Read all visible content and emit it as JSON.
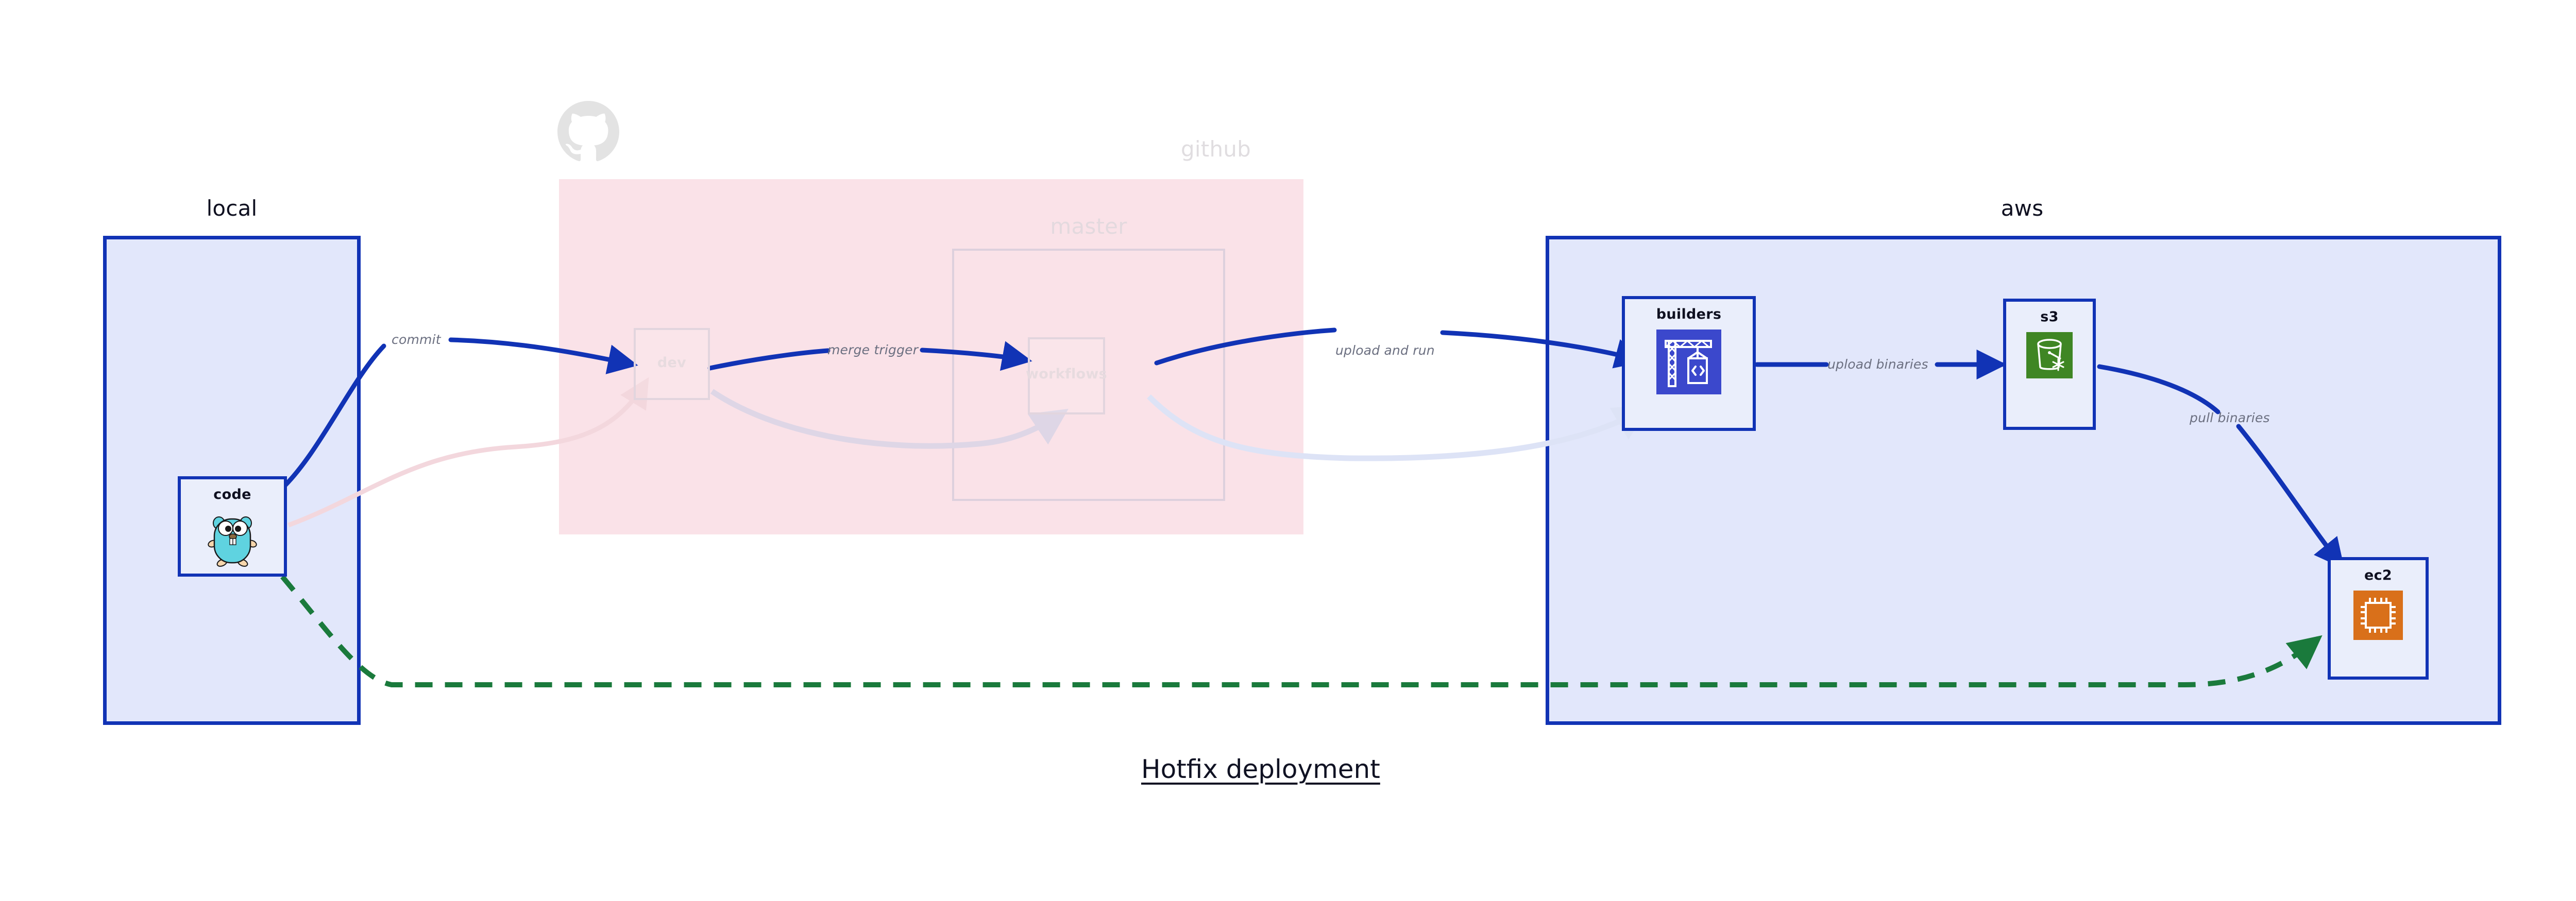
{
  "caption": "Hotfix deployment",
  "colors": {
    "group_border_blue": "#1133b5",
    "group_fill_blue": "#e2e7fb",
    "group_fill_pink": "#fae2e8",
    "node_fill": "#eaeefb",
    "edge_blue": "#1133b5",
    "edge_green": "#1a7a3c",
    "edge_label_gray": "#6b6f80",
    "faded_gray": "#e0dde0",
    "builders_icon_bg": "#3b48cc",
    "s3_icon_bg": "#3f8624",
    "ec2_icon_bg": "#d9701a",
    "gopher_body": "#5fd3e0"
  },
  "groups": [
    {
      "id": "local",
      "title": "local",
      "faded": false
    },
    {
      "id": "github",
      "title": "github",
      "faded": true
    },
    {
      "id": "master",
      "title": "master",
      "faded": true
    },
    {
      "id": "aws",
      "title": "aws",
      "faded": false
    }
  ],
  "nodes": [
    {
      "id": "code",
      "label": "code",
      "icon": "go-gopher-icon",
      "faded": false
    },
    {
      "id": "dev",
      "label": "dev",
      "icon": "none",
      "faded": true
    },
    {
      "id": "workflows",
      "label": "workflows",
      "icon": "none",
      "faded": true
    },
    {
      "id": "builders",
      "label": "builders",
      "icon": "aws-codebuild-crane-icon",
      "faded": false
    },
    {
      "id": "s3",
      "label": "s3",
      "icon": "aws-s3-bucket-icon",
      "faded": false
    },
    {
      "id": "ec2",
      "label": "ec2",
      "icon": "aws-ec2-chip-icon",
      "faded": false
    }
  ],
  "edges": [
    {
      "id": "commit",
      "label": "commit",
      "from": "code",
      "to": "dev",
      "style": "solid-blue",
      "faded": false
    },
    {
      "id": "merge-trigger",
      "label": "merge trigger",
      "from": "dev",
      "to": "workflows",
      "style": "solid-blue",
      "faded": false
    },
    {
      "id": "upload-and-run",
      "label": "upload and run",
      "from": "workflows",
      "to": "builders",
      "style": "solid-blue",
      "faded": false
    },
    {
      "id": "upload-binaries",
      "label": "upload binaries",
      "from": "builders",
      "to": "s3",
      "style": "solid-blue",
      "faded": false
    },
    {
      "id": "pull-binaries",
      "label": "pull binaries",
      "from": "s3",
      "to": "ec2",
      "style": "solid-blue",
      "faded": false
    },
    {
      "id": "hotfix-direct",
      "label": "",
      "from": "code",
      "to": "ec2",
      "style": "dashed-green",
      "faded": false
    },
    {
      "id": "ghost-code-dev",
      "label": "",
      "from": "code",
      "to": "dev",
      "style": "ghost-pink",
      "faded": true
    },
    {
      "id": "ghost-dev-workflows",
      "label": "",
      "from": "dev",
      "to": "workflows",
      "style": "ghost-purple",
      "faded": true
    },
    {
      "id": "ghost-workflows-build",
      "label": "",
      "from": "workflows",
      "to": "builders",
      "style": "ghost-blue",
      "faded": true
    }
  ],
  "icons": {
    "github_logo": "github-octocat-icon"
  }
}
